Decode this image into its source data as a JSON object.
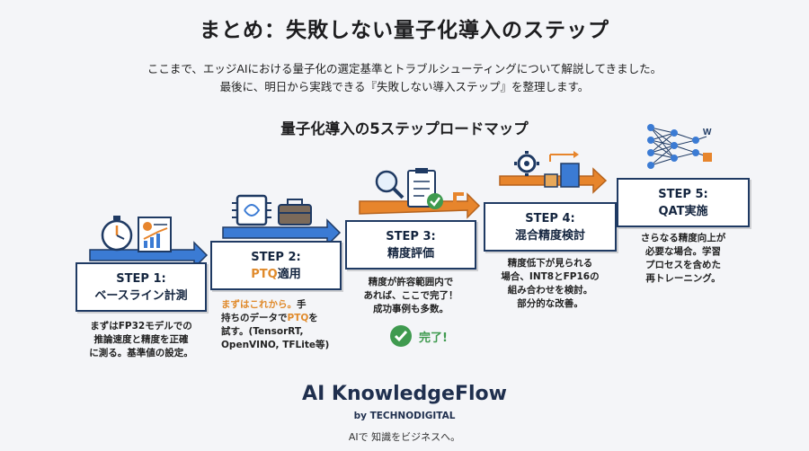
{
  "page": {
    "title": "まとめ：失敗しない量子化導入のステップ",
    "intro_line1": "ここまで、エッジAIにおける量子化の選定基準とトラブルシューティングについて解説してきました。",
    "intro_line2": "最後に、明日から実践できる『失敗しない導入ステップ』を整理します。",
    "roadmap_title": "量子化導入の5ステップロードマップ"
  },
  "steps": [
    {
      "label": "STEP 1:",
      "name": "ベースライン計測",
      "desc": [
        "まずはFP32モデルでの",
        "推論速度と精度を正確",
        "に測る。基準値の設定。"
      ]
    },
    {
      "label": "STEP 2:",
      "name_hl": "PTQ",
      "name_rest": "適用",
      "desc_hl": "まずはこれから。",
      "desc_hl_rest": "手",
      "desc2_a": "持ちのデータで",
      "desc2_hl": "PTQ",
      "desc2_b": "を",
      "desc3": "試す。(TensorRT,",
      "desc4": "OpenVINO, TFLite等)"
    },
    {
      "label": "STEP 3:",
      "name": "精度評価",
      "desc": [
        "精度が許容範囲内で",
        "あれば、ここで完了！",
        "成功事例も多数。"
      ],
      "done": "完了!"
    },
    {
      "label": "STEP 4:",
      "name": "混合精度検討",
      "desc": [
        "精度低下が見られる",
        "場合、INT8とFP16の",
        "組み合わせを検討。",
        "部分的な改善。"
      ]
    },
    {
      "label": "STEP 5:",
      "name": "QAT実施",
      "desc": [
        "さらなる精度向上が",
        "必要な場合。学習",
        "プロセスを含めた",
        "再トレーニング。"
      ]
    }
  ],
  "icons": {
    "step1": [
      "stopwatch-icon",
      "chart-report-icon"
    ],
    "step2": [
      "chip-icon",
      "toolbox-icon"
    ],
    "step3": [
      "magnifier-icon",
      "checklist-icon"
    ],
    "step4": [
      "gear-icon",
      "cubes-icon"
    ],
    "step5": [
      "neural-network-icon"
    ]
  },
  "colors": {
    "step_border": "#1f3a63",
    "arrow_blue": "#3b7bd4",
    "arrow_orange": "#e7852c",
    "highlight": "#e08a2b",
    "success": "#3f9a4f"
  },
  "footer": {
    "brand": "AI KnowledgeFlow",
    "byline": "by TECHNODIGITAL",
    "tagline": "AIで 知識をビジネスへ。"
  },
  "neural_label": "W"
}
